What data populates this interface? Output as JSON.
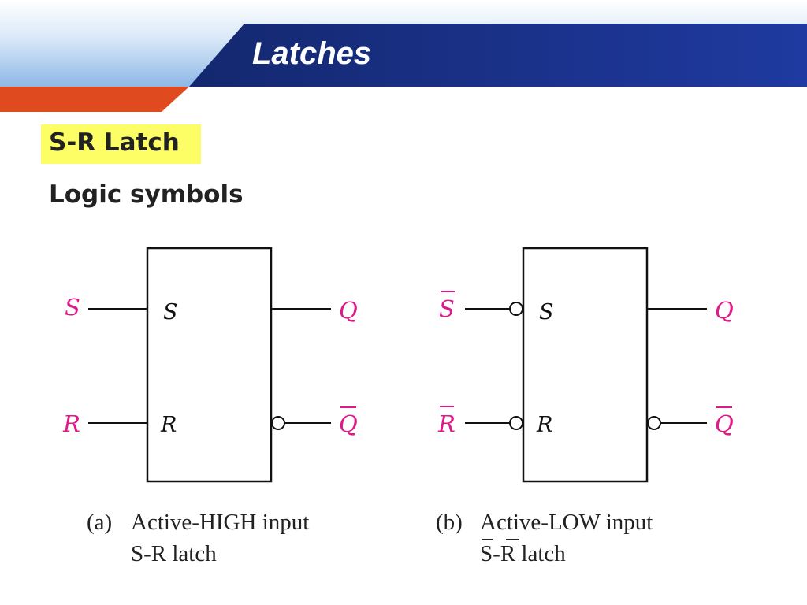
{
  "slide": {
    "title": "Latches",
    "heading": "S-R Latch",
    "subheading": "Logic symbols"
  },
  "colors": {
    "banner_dark": "#1a3289",
    "banner_light": "#9fc4ea",
    "accent_orange": "#e04a1f",
    "highlight": "#fdfd66",
    "signal_pink": "#e0198a"
  },
  "diagram_a": {
    "in_top_label": "S",
    "in_bottom_label": "R",
    "pin_top": "S",
    "pin_bottom": "R",
    "out_top_label": "Q",
    "out_bottom_label": "Q",
    "caption_tag": "(a)",
    "caption_line1": "Active-HIGH input",
    "caption_line2": "S-R latch"
  },
  "diagram_b": {
    "in_top_label": "S",
    "in_bottom_label": "R",
    "pin_top": "S",
    "pin_bottom": "R",
    "out_top_label": "Q",
    "out_bottom_label": "Q",
    "caption_tag": "(b)",
    "caption_line1": "Active-LOW input",
    "caption_line2_s": "S",
    "caption_line2_dash": "-",
    "caption_line2_r": "R",
    "caption_line2_rest": " latch"
  }
}
